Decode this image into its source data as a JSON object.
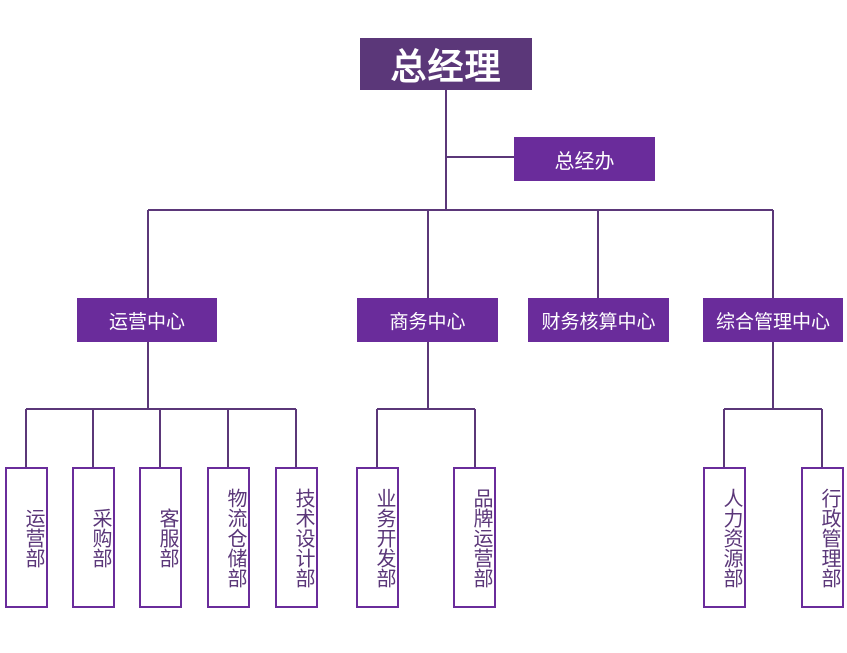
{
  "colors": {
    "top_box": "#5b3779",
    "box": "#6a2c9b",
    "line": "#5b3779",
    "dept_border": "#6a2c9b",
    "dept_text": "#5b3779"
  },
  "general_manager": "总经理",
  "gm_office": "总经办",
  "centers": {
    "operations": "运营中心",
    "business": "商务中心",
    "finance": "财务核算中心",
    "admin": "综合管理中心"
  },
  "departments": {
    "operations": [
      "运营部",
      "采购部",
      "客服部",
      "物流仓储部",
      "技术设计部"
    ],
    "business": [
      "业务开发部",
      "品牌运营部"
    ],
    "admin": [
      "人力资源部",
      "行政管理部"
    ]
  }
}
